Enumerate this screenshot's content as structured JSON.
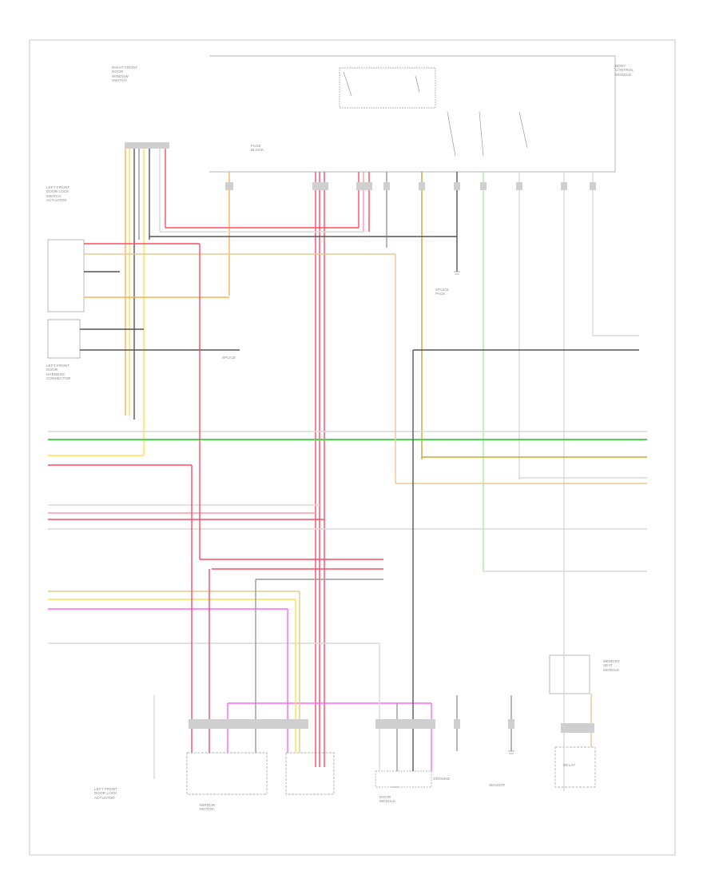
{
  "diagram": {
    "wire_colors": {
      "red": "#ff4b66",
      "pink": "#ff9aaa",
      "yellow": "#ffe04a",
      "orange": "#ffb050",
      "tan": "#e8c890",
      "green": "#4cd84c",
      "lightgreen": "#a8ec9c",
      "gray": "#9a9a9a",
      "darkgray": "#555555",
      "black": "#222222",
      "magenta": "#ff66ff",
      "white": "#d9d9d9",
      "lightblue": "#b0b8ff"
    },
    "page_number": "",
    "components": {
      "top_left_module": "RIGHT FRONT\nDOOR\nWINDOW\nSWITCH",
      "left_lock_switch": "LEFT FRONT\nDOOR LOCK\nSWITCH\nACTUATOR",
      "left_door_harness": "LEFT FRONT\nDOOR\nHARNESS\nCONNECTOR",
      "top_center_fuse": "FUSE\nBLOCK",
      "top_right_module": "BODY\nCONTROL\nMODULE",
      "center_splice_1": "SPLICE",
      "center_splice_2": "SPLICE\nPACK",
      "bottom_left_heater": "LEFT FRONT\nDOOR LOCK\nACTUATOR",
      "bottom_motor": "MIRROR\nMOTOR",
      "bottom_center_module": "DOOR\nMODULE",
      "bottom_sensor": "SENSOR",
      "bottom_ground": "GROUND",
      "bottom_right_module": "MEMORY\nSEAT\nMODULE",
      "bottom_right_relay": "RELAY"
    },
    "wire_labels": []
  }
}
